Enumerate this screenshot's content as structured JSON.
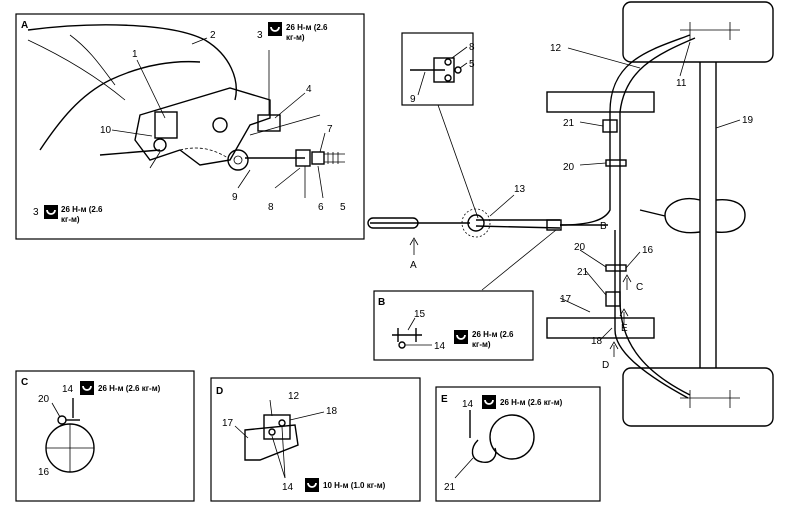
{
  "insets": {
    "A": {
      "letter": "A",
      "labels": [
        "1",
        "2",
        "3",
        "4",
        "5",
        "6",
        "7",
        "8",
        "9",
        "10",
        "3"
      ],
      "torque_top": {
        "line1": "26 Н-м (2.6",
        "line2": "кг-м)"
      },
      "torque_bottom": {
        "line1": "26 Н-м (2.6",
        "line2": "кг-м)"
      }
    },
    "B": {
      "letter": "B",
      "labels": [
        "15",
        "14"
      ],
      "torque": {
        "line1": "26 Н-м (2.6",
        "line2": "кг-м)"
      }
    },
    "C": {
      "letter": "C",
      "labels": [
        "14",
        "20",
        "16"
      ],
      "torque": "26 Н-м (2.6 кг-м)"
    },
    "D": {
      "letter": "D",
      "labels": [
        "12",
        "18",
        "17",
        "14"
      ],
      "torque": "10 Н-м (1.0 кг-м)"
    },
    "E": {
      "letter": "E",
      "labels": [
        "14",
        "21"
      ],
      "torque": "26 Н-м (2.6 кг-м)"
    },
    "detail": {
      "labels": [
        "8",
        "5",
        "9"
      ]
    }
  },
  "main": {
    "labels": [
      "12",
      "11",
      "19",
      "21",
      "20",
      "13",
      "B",
      "20",
      "16",
      "21",
      "C",
      "17",
      "E",
      "18",
      "D",
      "A"
    ]
  },
  "torque_icon": "torque-wrench-icon"
}
